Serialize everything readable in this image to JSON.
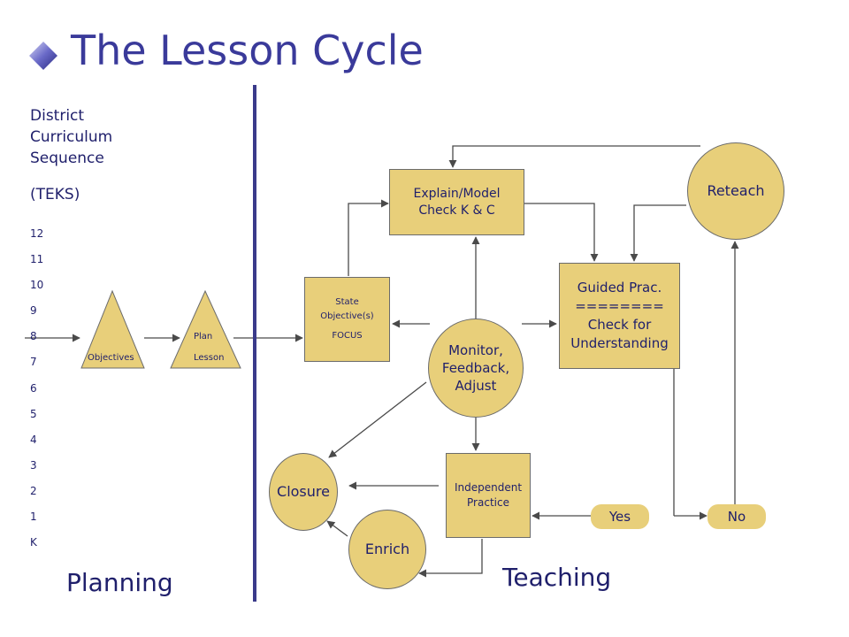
{
  "title": "The Lesson Cycle",
  "planning": {
    "district_lines": [
      "District",
      "Curriculum",
      "Sequence"
    ],
    "teks": "(TEKS)",
    "grades": [
      "12",
      "11",
      "10",
      "9",
      "8",
      "7",
      "6",
      "5",
      "4",
      "3",
      "2",
      "1",
      "K"
    ],
    "objectives": "Objectives",
    "plan": "Plan",
    "lesson": "Lesson",
    "label": "Planning"
  },
  "teaching": {
    "label": "Teaching",
    "state_objective_1": "State",
    "state_objective_2": "Objective(s)",
    "focus": "FOCUS",
    "explain_1": "Explain/Model",
    "explain_2": "Check K & C",
    "guided_1": "Guided Prac.",
    "guided_2": "========",
    "guided_3": "Check for",
    "guided_4": "Understanding",
    "reteach": "Reteach",
    "monitor_1": "Monitor,",
    "monitor_2": "Feedback,",
    "monitor_3": "Adjust",
    "independent_1": "Independent",
    "independent_2": "Practice",
    "closure": "Closure",
    "enrich": "Enrich",
    "yes": "Yes",
    "no": "No"
  },
  "colors": {
    "shape_fill": "#e8cf7a",
    "divider": "#3a3a8a",
    "text": "#1f1f6b",
    "title": "#3a3a9a",
    "line": "#4a4a4a"
  }
}
